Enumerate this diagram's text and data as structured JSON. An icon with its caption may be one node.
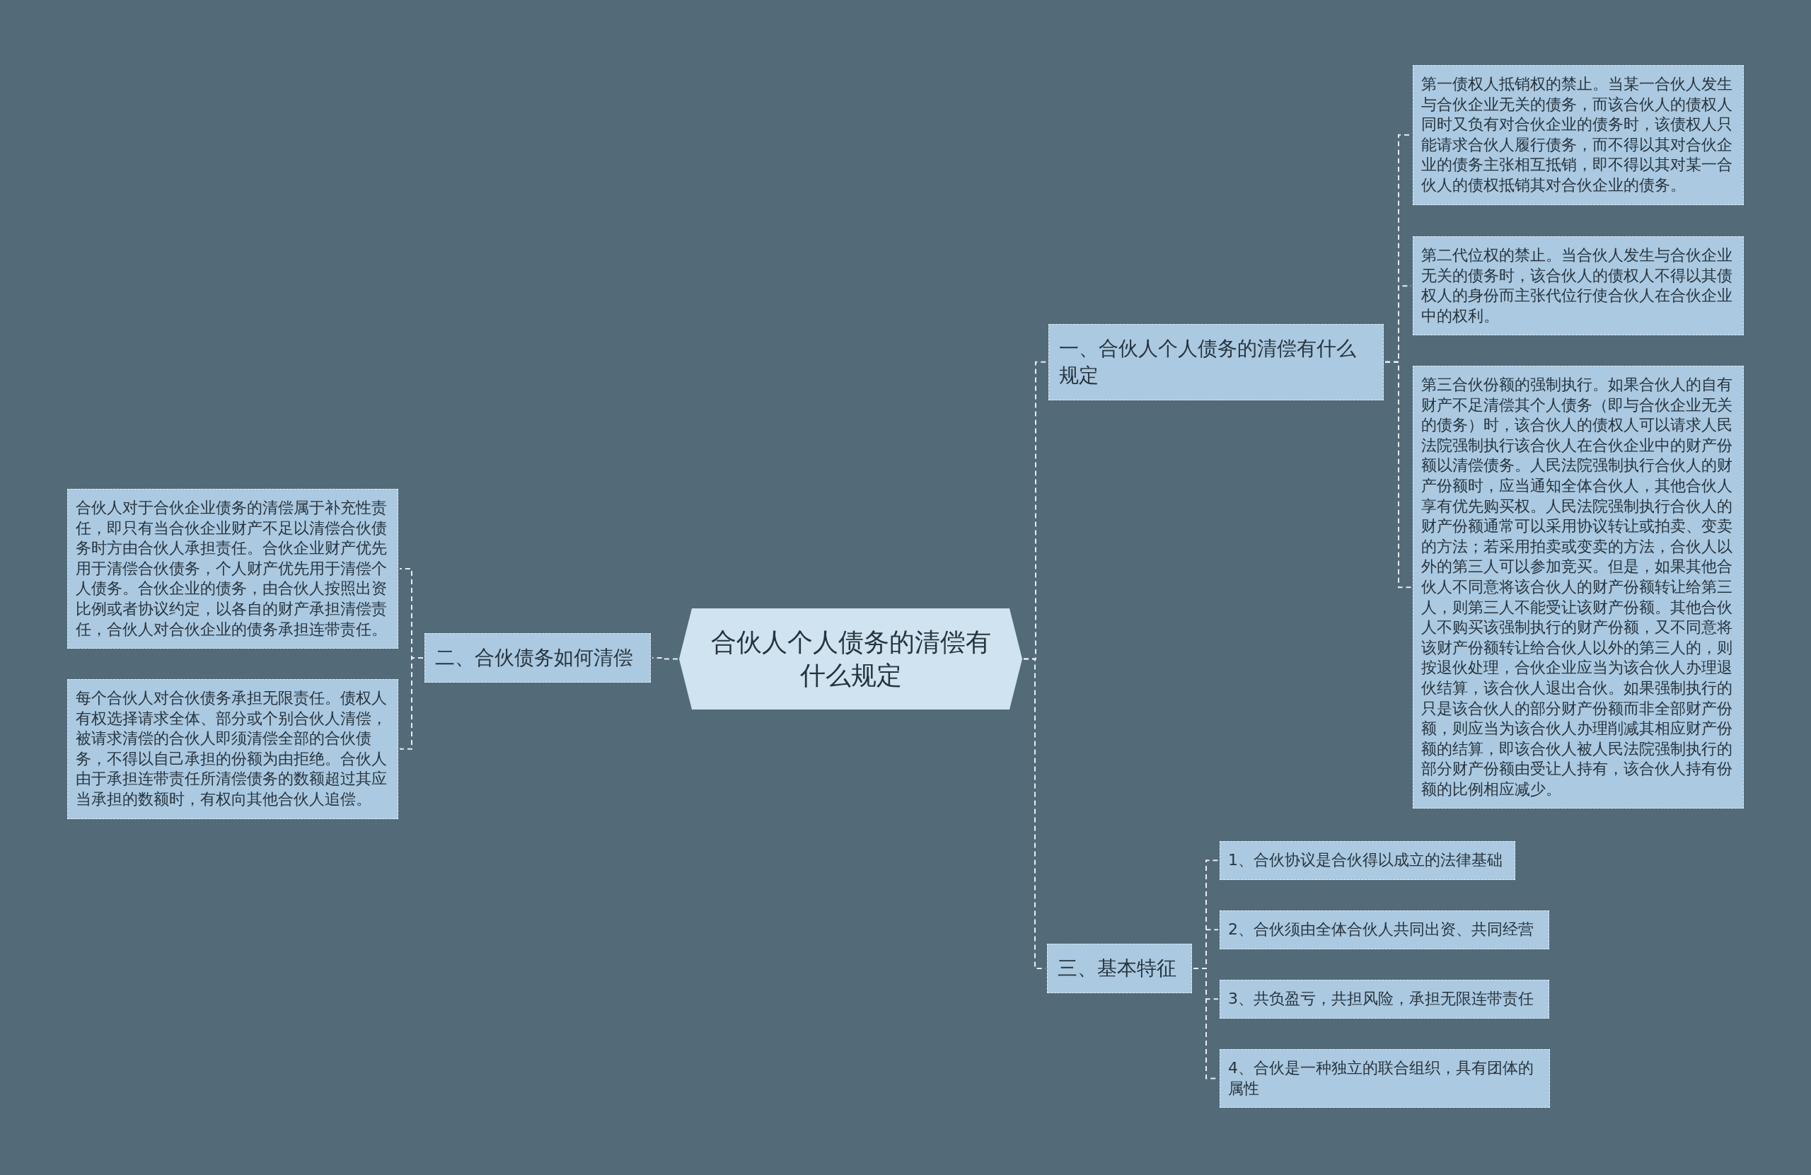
{
  "diagram": {
    "nodes": [
      {
        "text": [
          "合伙人个人债务的清偿有什么规定"
        ]
      },
      {
        "text": [
          "一、合伙人个人债务的清偿有什么规定"
        ]
      },
      {
        "text": [
          "第一债权人抵销权的禁止。当某一合伙人发生与合伙企业无关的债务，而该合伙人的债权人同时又负有对合伙企业的债务时，该债权人只能请求合伙人履行债务，而不得以其对合伙企业的债务主张相互抵销，即不得以其对某一合伙人的债权抵销其对合伙企业的债务。"
        ]
      },
      {
        "text": [
          "第二代位权的禁止。当合伙人发生与合伙企业无关的债务时，该合伙人的债权人不得以其债权人的身份而主张代位行使合伙人在合伙企业中的权利。"
        ]
      },
      {
        "text": [
          "第三合伙份额的强制执行。如果合伙人的自有财产不足清偿其个人债务（即与合伙企业无关的债务）时，该合伙人的债权人可以请求人民法院强制执行该合伙人在合伙企业中的财产份额以清偿债务。人民法院强制执行合伙人的财产份额时，应当通知全体合伙人，其他合伙人享有优先购买权。人民法院强制执行合伙人的财产份额通常可以采用协议转让或拍卖、变卖的方法；若采用拍卖或变卖的方法，合伙人以外的第三人可以参加竞买。但是，如果其他合伙人不同意将该合伙人的财产份额转让给第三人，则第三人不能受让该财产份额。其他合伙人不购买该强制执行的财产份额，又不同意将该财产份额转让给合伙人以外的第三人的，则按退伙处理，合伙企业应当为该合伙人办理退伙结算，该合伙人退出合伙。如果强制执行的只是该合伙人的部分财产份额而非全部财产份额，则应当为该合伙人办理削减其相应财产份额的结算，即该合伙人被人民法院强制执行的部分财产份额由受让人持有，该合伙人持有份额的比例相应减少。"
        ]
      },
      {
        "text": [
          "二、合伙债务如何清偿"
        ]
      },
      {
        "text": [
          "合伙人对于合伙企业债务的清偿属于补充性责任，即只有当合伙企业财产不足以清偿合伙债务时方由合伙人承担责任。合伙企业财产优先用于清偿合伙债务，个人财产优先用于清偿个人债务。合伙企业的债务，由合伙人按照出资比例或者协议约定，以各自的财产承担清偿责任，合伙人对合伙企业的债务承担连带责任。"
        ]
      },
      {
        "text": [
          "每个合伙人对合伙债务承担无限责任。债权人有权选择请求全体、部分或个别合伙人清偿，被请求清偿的合伙人即须清偿全部的合伙债务，不得以自己承担的份额为由拒绝。合伙人由于承担连带责任所清偿债务的数额超过其应当承担的数额时，有权向其他合伙人追偿。"
        ]
      },
      {
        "text": [
          "三、基本特征"
        ]
      },
      {
        "text": [
          "1、合伙协议是合伙得以成立的法律基础"
        ]
      },
      {
        "text": [
          "2、合伙须由全体合伙人共同出资、共同经营"
        ]
      },
      {
        "text": [
          "3、共负盈亏，共担风险，承担无限连带责任"
        ]
      },
      {
        "text": [
          "4、合伙是一种独立的联合组织，具有团体的属性"
        ]
      }
    ],
    "edges": [
      {
        "from": 0,
        "to": 1,
        "arrow": "none"
      },
      {
        "from": 1,
        "to": 2,
        "arrow": "none"
      },
      {
        "from": 1,
        "to": 3,
        "arrow": "none"
      },
      {
        "from": 1,
        "to": 4,
        "arrow": "none"
      },
      {
        "from": 0,
        "to": 5,
        "arrow": "none"
      },
      {
        "from": 5,
        "to": 6,
        "arrow": "none"
      },
      {
        "from": 5,
        "to": 7,
        "arrow": "none"
      },
      {
        "from": 0,
        "to": 8,
        "arrow": "none"
      },
      {
        "from": 8,
        "to": 9,
        "arrow": "none"
      },
      {
        "from": 8,
        "to": 10,
        "arrow": "none"
      },
      {
        "from": 8,
        "to": 11,
        "arrow": "none"
      },
      {
        "from": 8,
        "to": 12,
        "arrow": "none"
      }
    ]
  }
}
